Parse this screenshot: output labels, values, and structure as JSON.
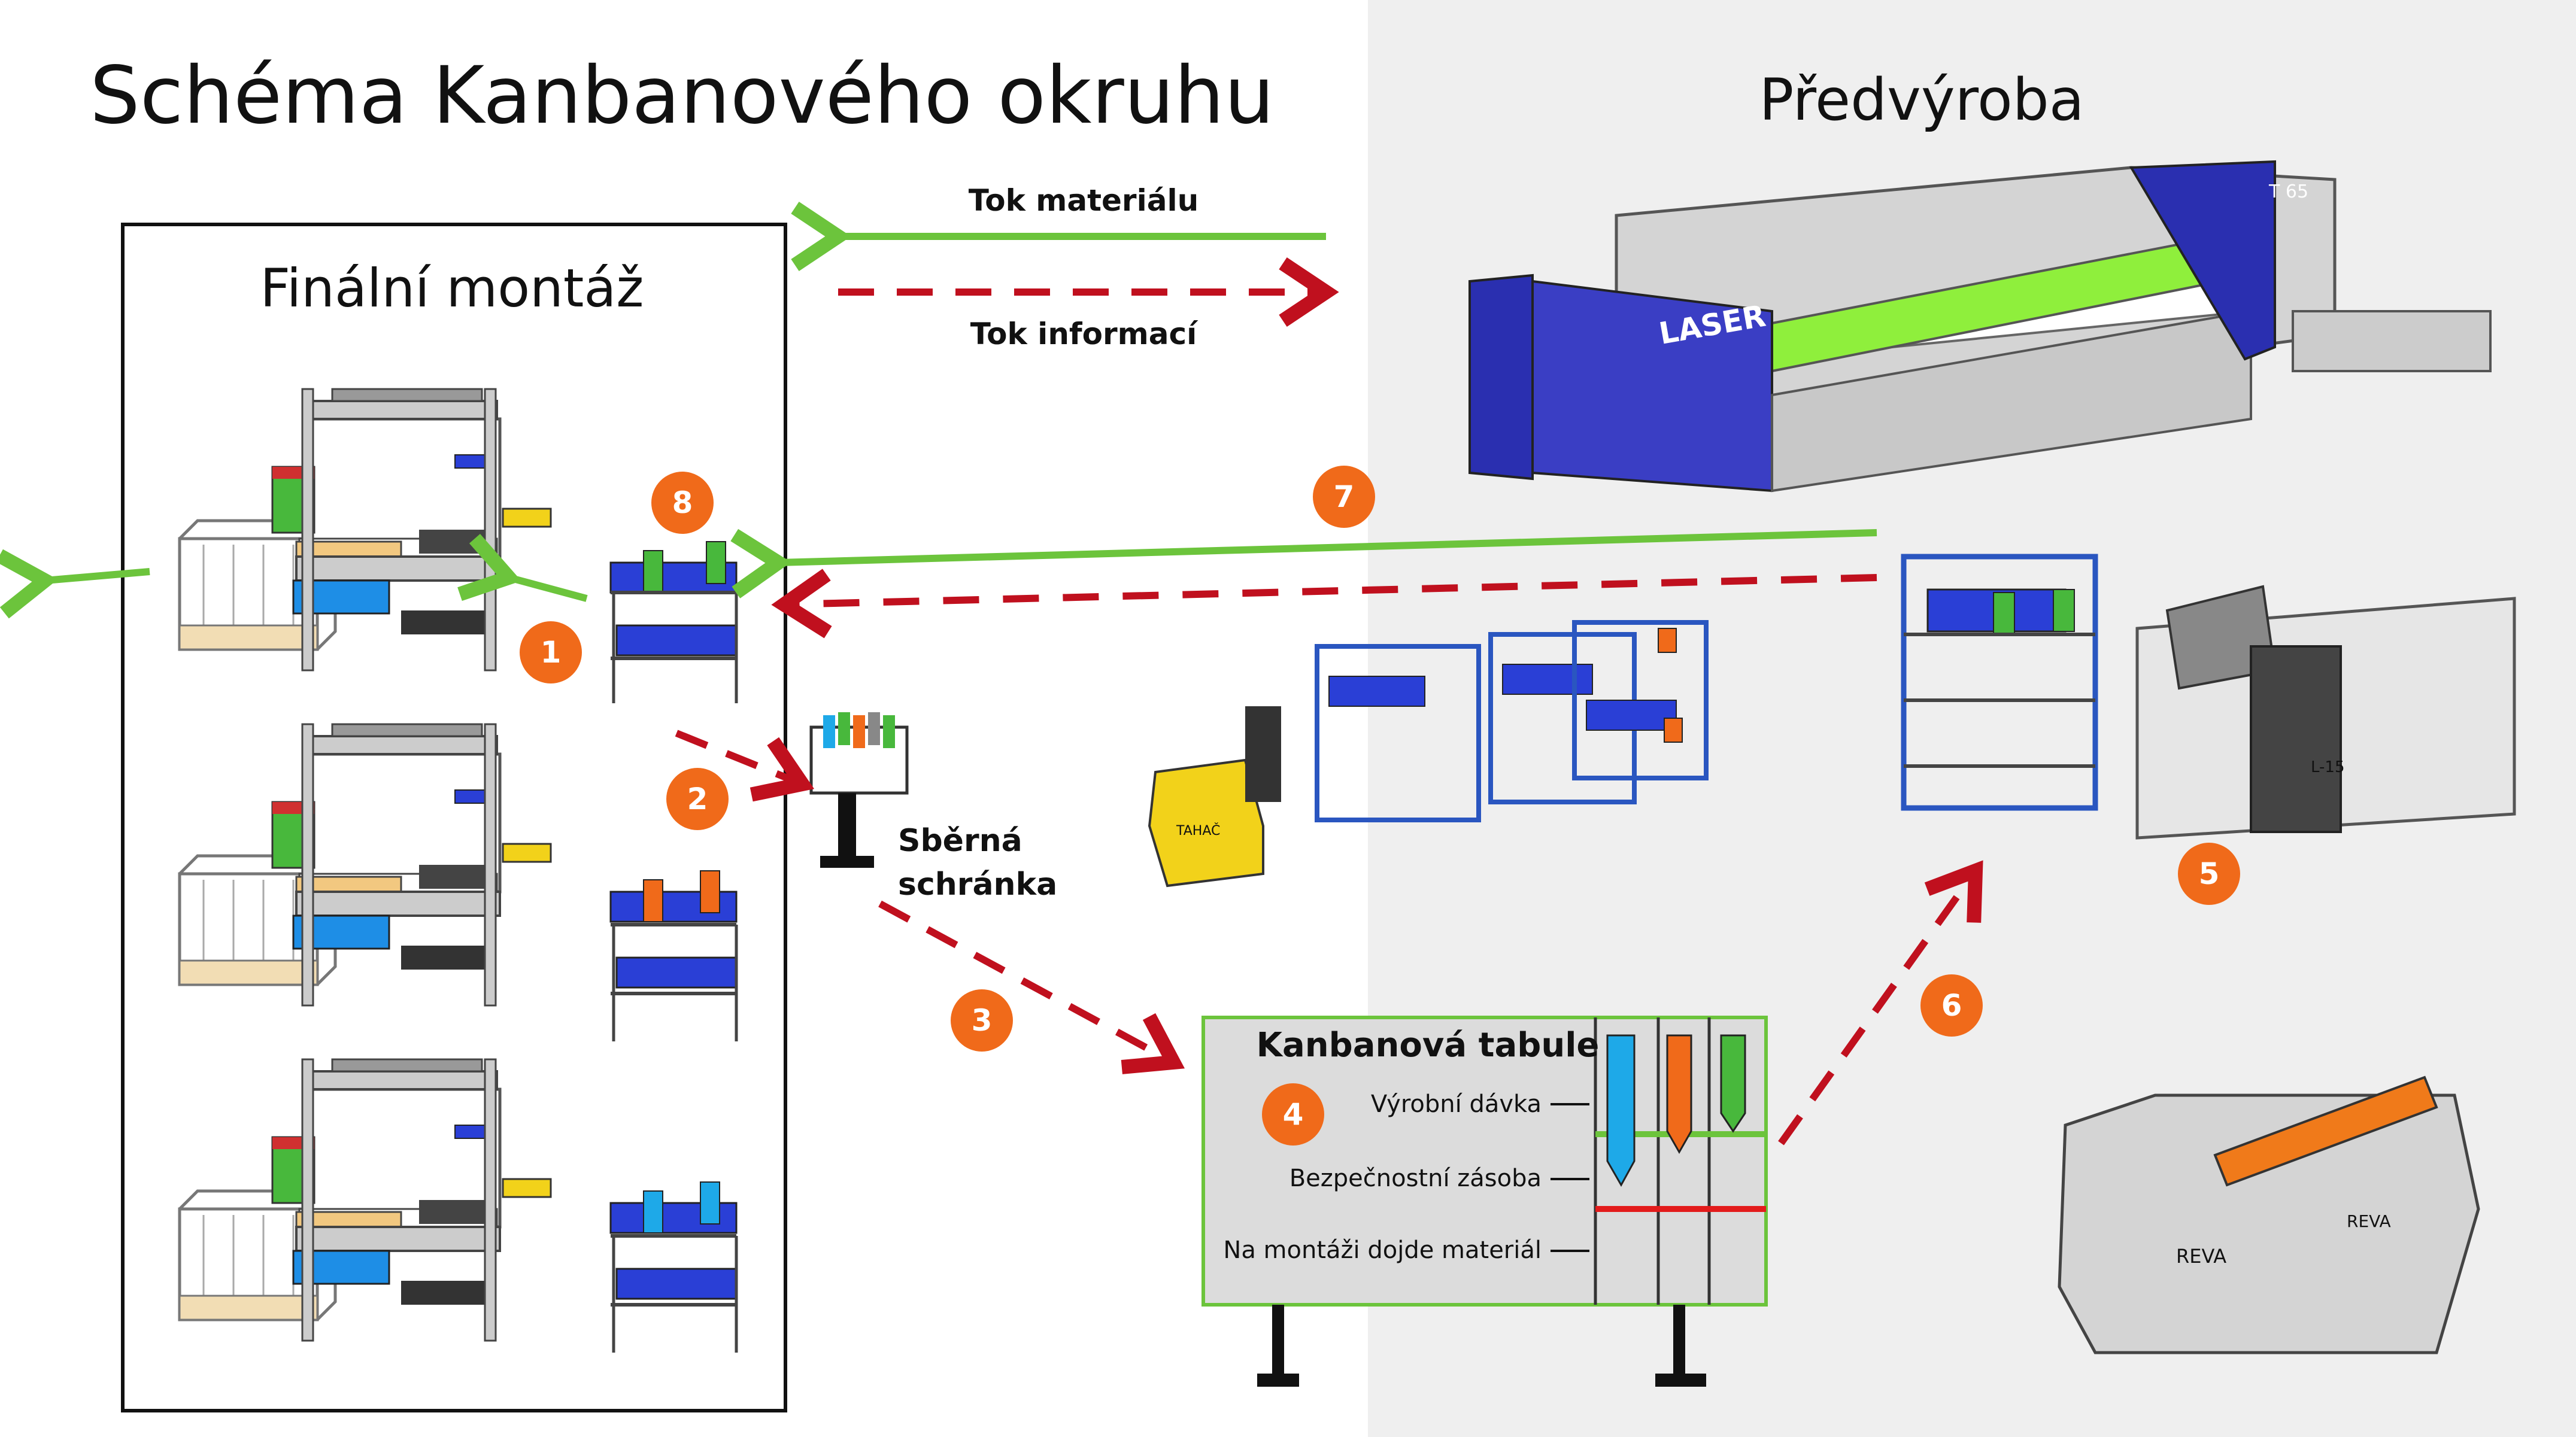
{
  "title": "Schéma Kanbanového okruhu",
  "regions": {
    "final_assembly": "Finální montáž",
    "pre_production": "Předvýroba"
  },
  "legend": {
    "material_flow": "Tok materiálu",
    "information_flow": "Tok informací"
  },
  "collection_box": {
    "line1": "Sběrná",
    "line2": "schránka"
  },
  "kanban_board": {
    "title": "Kanbanová tabule",
    "rows": {
      "batch": "Výrobní dávka",
      "safety": "Bezpečnostní zásoba",
      "empty": "Na montáži dojde materiál"
    }
  },
  "machine_labels": {
    "laser": "LASER",
    "laser_model": "T 65",
    "tractor": "TAHAČ",
    "molding_model": "L-15",
    "reva_1": "REVA",
    "reva_2": "REVA"
  },
  "steps": [
    "1",
    "2",
    "3",
    "4",
    "5",
    "6",
    "7",
    "8"
  ],
  "colors": {
    "material_flow": "#6cc43c",
    "information_flow": "#c0101e",
    "badge": "#f06a1a",
    "background_right": "#efefef",
    "blue": "#2a3fd6",
    "kanban_blue": "#1ea9e8",
    "kanban_orange": "#f06a1a",
    "kanban_green": "#48b83c"
  }
}
